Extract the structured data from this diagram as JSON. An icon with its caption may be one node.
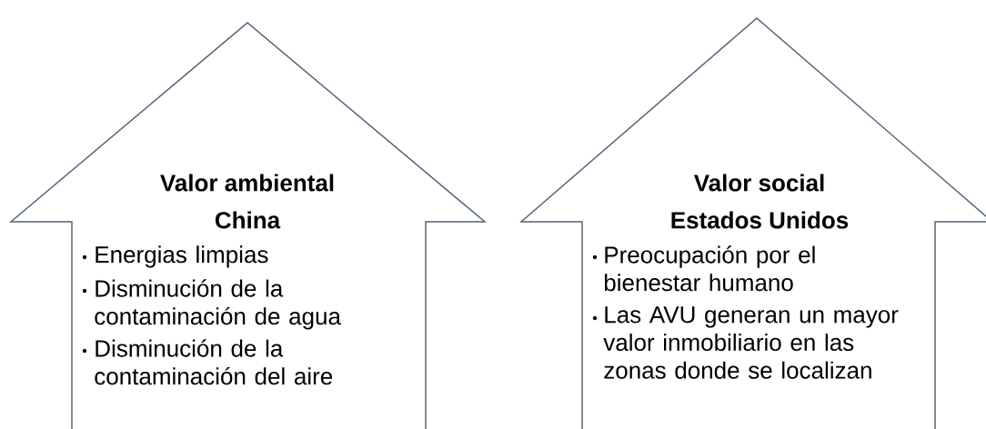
{
  "diagram": {
    "nodes": [
      {
        "text": [
          "Valor ambiental",
          "China",
          "Energias limpias",
          "Disminución de la contaminación de agua",
          "Disminución de la contaminación del aire"
        ]
      },
      {
        "text": [
          "Valor social",
          "Estados Unidos",
          "Preocupación por el bienestar humano",
          "Las AVU generan un mayor valor inmobiliario en las zonas donde se localizan"
        ]
      }
    ]
  }
}
